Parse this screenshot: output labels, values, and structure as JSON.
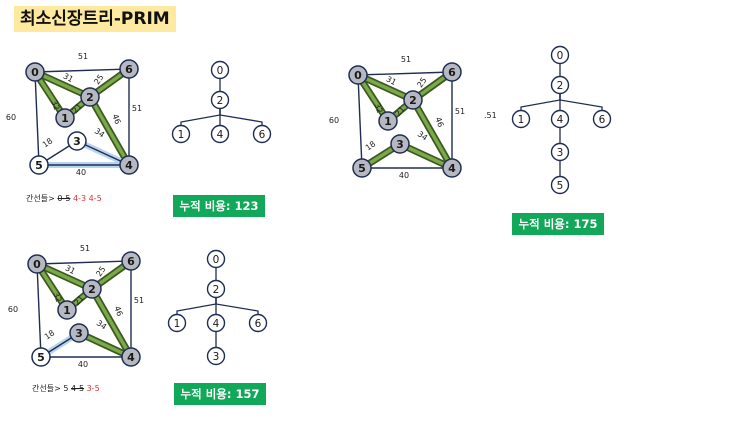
{
  "title": "최소신장트리-PRIM",
  "panels": [
    {
      "badge": "누적 비용: 123",
      "edges_label": "간선들>",
      "edges": [
        {
          "text": "0-5",
          "style": "strike"
        },
        {
          "text": "4-3",
          "style": "red"
        },
        {
          "text": "4-5",
          "style": "red"
        }
      ],
      "graph": {
        "nodes": [
          {
            "id": "0",
            "selected": true
          },
          {
            "id": "1",
            "selected": true
          },
          {
            "id": "2",
            "selected": true
          },
          {
            "id": "3",
            "selected": false
          },
          {
            "id": "4",
            "selected": true
          },
          {
            "id": "5",
            "selected": false
          },
          {
            "id": "6",
            "selected": true
          }
        ],
        "edges": [
          {
            "from": "0",
            "to": "6",
            "weight": "51",
            "state": "normal"
          },
          {
            "from": "0",
            "to": "2",
            "weight": "31",
            "state": "tree"
          },
          {
            "from": "0",
            "to": "1",
            "weight": "32",
            "state": "tree"
          },
          {
            "from": "0",
            "to": "5",
            "weight": "60",
            "state": "normal"
          },
          {
            "from": "1",
            "to": "2",
            "weight": "21",
            "state": "tree"
          },
          {
            "from": "2",
            "to": "6",
            "weight": "25",
            "state": "tree"
          },
          {
            "from": "2",
            "to": "4",
            "weight": "46",
            "state": "tree"
          },
          {
            "from": "6",
            "to": "4",
            "weight": "51",
            "state": "normal"
          },
          {
            "from": "3",
            "to": "4",
            "weight": "34",
            "state": "candidate"
          },
          {
            "from": "3",
            "to": "5",
            "weight": "18",
            "state": "normal"
          },
          {
            "from": "5",
            "to": "4",
            "weight": "40",
            "state": "candidate"
          }
        ]
      },
      "tree": {
        "nodes": [
          "0",
          "2",
          "1",
          "4",
          "6"
        ],
        "links": [
          [
            "0",
            "2"
          ],
          [
            "2",
            "1"
          ],
          [
            "2",
            "4"
          ],
          [
            "2",
            "6"
          ]
        ]
      }
    },
    {
      "badge": "누적 비용: 157",
      "edges_label": "간선들>",
      "edges": [
        {
          "text": "5",
          "style": "plain"
        },
        {
          "text": "4-5",
          "style": "strike"
        },
        {
          "text": "3-5",
          "style": "red"
        }
      ],
      "graph": {
        "nodes": [
          {
            "id": "0",
            "selected": true
          },
          {
            "id": "1",
            "selected": true
          },
          {
            "id": "2",
            "selected": true
          },
          {
            "id": "3",
            "selected": true
          },
          {
            "id": "4",
            "selected": true
          },
          {
            "id": "5",
            "selected": false
          },
          {
            "id": "6",
            "selected": true
          }
        ],
        "edges": [
          {
            "from": "0",
            "to": "6",
            "weight": "51",
            "state": "normal"
          },
          {
            "from": "0",
            "to": "2",
            "weight": "31",
            "state": "tree"
          },
          {
            "from": "0",
            "to": "1",
            "weight": "32",
            "state": "tree"
          },
          {
            "from": "0",
            "to": "5",
            "weight": "60",
            "state": "normal"
          },
          {
            "from": "1",
            "to": "2",
            "weight": "21",
            "state": "tree"
          },
          {
            "from": "2",
            "to": "6",
            "weight": "25",
            "state": "tree"
          },
          {
            "from": "2",
            "to": "4",
            "weight": "46",
            "state": "tree"
          },
          {
            "from": "6",
            "to": "4",
            "weight": "51",
            "state": "normal"
          },
          {
            "from": "3",
            "to": "4",
            "weight": "34",
            "state": "tree"
          },
          {
            "from": "3",
            "to": "5",
            "weight": "18",
            "state": "candidate"
          },
          {
            "from": "5",
            "to": "4",
            "weight": "40",
            "state": "normal"
          }
        ]
      },
      "tree": {
        "nodes": [
          "0",
          "2",
          "1",
          "4",
          "6",
          "3"
        ],
        "links": [
          [
            "0",
            "2"
          ],
          [
            "2",
            "1"
          ],
          [
            "2",
            "4"
          ],
          [
            "2",
            "6"
          ],
          [
            "4",
            "3"
          ]
        ]
      }
    },
    {
      "badge": "누적 비용: 175",
      "edges_label": "",
      "edges": [],
      "stray_label": ".51",
      "graph": {
        "nodes": [
          {
            "id": "0",
            "selected": true
          },
          {
            "id": "1",
            "selected": true
          },
          {
            "id": "2",
            "selected": true
          },
          {
            "id": "3",
            "selected": true
          },
          {
            "id": "4",
            "selected": true
          },
          {
            "id": "5",
            "selected": true
          },
          {
            "id": "6",
            "selected": true
          }
        ],
        "edges": [
          {
            "from": "0",
            "to": "6",
            "weight": "51",
            "state": "normal"
          },
          {
            "from": "0",
            "to": "2",
            "weight": "31",
            "state": "tree"
          },
          {
            "from": "0",
            "to": "1",
            "weight": "32",
            "state": "tree"
          },
          {
            "from": "0",
            "to": "5",
            "weight": "60",
            "state": "normal"
          },
          {
            "from": "1",
            "to": "2",
            "weight": "21",
            "state": "tree"
          },
          {
            "from": "2",
            "to": "6",
            "weight": "25",
            "state": "tree"
          },
          {
            "from": "2",
            "to": "4",
            "weight": "46",
            "state": "tree"
          },
          {
            "from": "6",
            "to": "4",
            "weight": "51",
            "state": "normal"
          },
          {
            "from": "3",
            "to": "4",
            "weight": "34",
            "state": "tree"
          },
          {
            "from": "3",
            "to": "5",
            "weight": "18",
            "state": "tree"
          },
          {
            "from": "5",
            "to": "4",
            "weight": "40",
            "state": "normal"
          }
        ]
      },
      "tree": {
        "nodes": [
          "0",
          "2",
          "1",
          "4",
          "6",
          "3",
          "5"
        ],
        "links": [
          [
            "0",
            "2"
          ],
          [
            "2",
            "1"
          ],
          [
            "2",
            "4"
          ],
          [
            "2",
            "6"
          ],
          [
            "4",
            "3"
          ],
          [
            "3",
            "5"
          ]
        ]
      }
    }
  ]
}
